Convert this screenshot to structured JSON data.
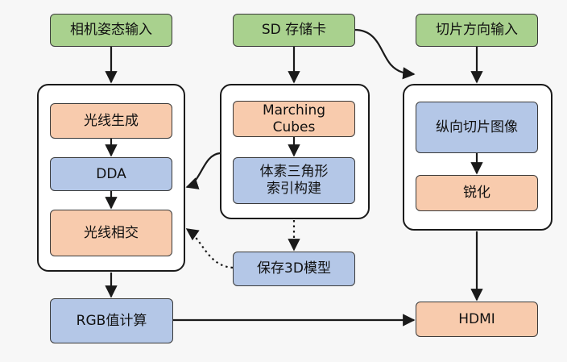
{
  "colors": {
    "input_green": "#a9d18e",
    "process_orange": "#f8cbad",
    "process_blue": "#b4c7e7",
    "stroke": "#1a1a1a"
  },
  "nodes": {
    "camera_pose_input": "相机姿态输入",
    "sd_card": "SD 存储卡",
    "slice_direction_input": "切片方向输入",
    "ray_generation": "光线生成",
    "dda": "DDA",
    "ray_intersection": "光线相交",
    "marching_cubes": "Marching\nCubes",
    "voxel_triangle_index": "体素三角形\n索引构建",
    "save_3d_model": "保存3D模型",
    "longitudinal_slice_image": "纵向切片图像",
    "sharpen": "锐化",
    "rgb_compute": "RGB值计算",
    "hdmi": "HDMI"
  }
}
